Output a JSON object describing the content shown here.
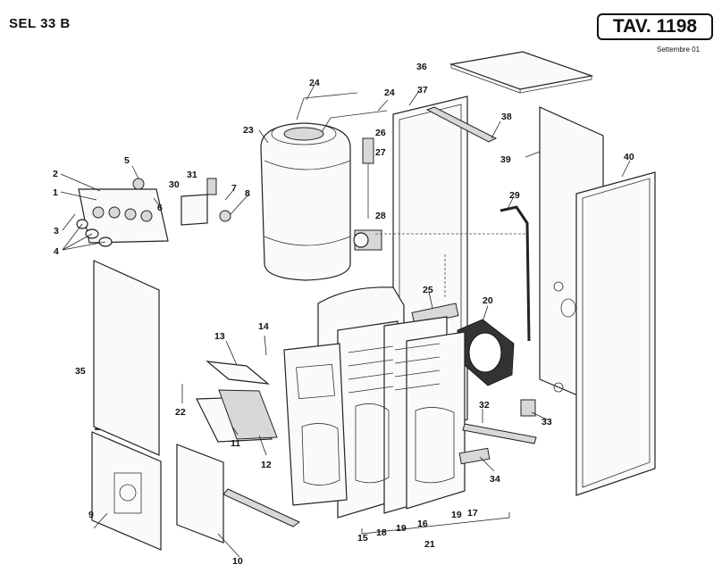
{
  "header": {
    "model": "SEL 33 B",
    "table": "TAV. 1198",
    "date": "Settembre 01"
  },
  "labels": [
    "1",
    "2",
    "3",
    "4",
    "5",
    "6",
    "7",
    "8",
    "9",
    "10",
    "11",
    "12",
    "13",
    "14",
    "15",
    "16",
    "17",
    "18",
    "19",
    "20",
    "21",
    "22",
    "23",
    "24",
    "25",
    "26",
    "27",
    "28",
    "29",
    "30",
    "31",
    "32",
    "33",
    "34",
    "35",
    "36",
    "37",
    "38",
    "39",
    "40"
  ]
}
